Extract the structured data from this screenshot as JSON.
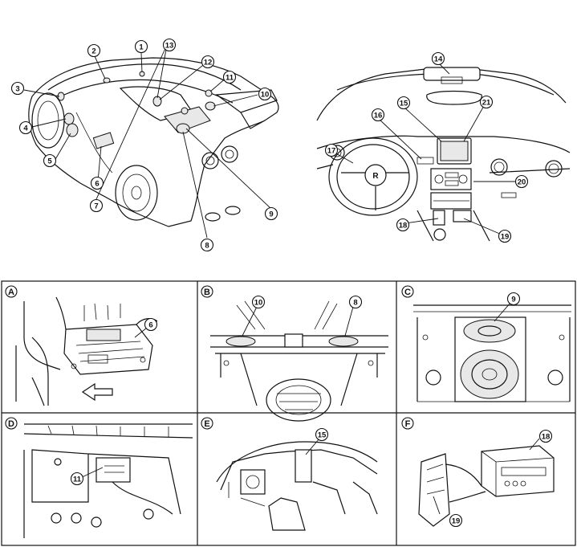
{
  "callouts": {
    "c1": "1",
    "c2": "2",
    "c3": "3",
    "c4": "4",
    "c5": "5",
    "c6": "6",
    "c7": "7",
    "c8": "8",
    "c9": "9",
    "c10": "10",
    "c11": "11",
    "c12": "12",
    "c13": "13",
    "c14": "14",
    "c15": "15",
    "c16": "16",
    "c17": "17",
    "c18": "18",
    "c19": "19",
    "c20": "20",
    "c21": "21"
  },
  "panels": {
    "A": {
      "label": "A",
      "callouts": [
        "6"
      ]
    },
    "B": {
      "label": "B",
      "callouts": [
        "10",
        "8"
      ]
    },
    "C": {
      "label": "C",
      "callouts": [
        "9"
      ]
    },
    "D": {
      "label": "D",
      "callouts": [
        "11"
      ]
    },
    "E": {
      "label": "E",
      "callouts": [
        "15"
      ]
    },
    "F": {
      "label": "F",
      "callouts": [
        "18",
        "19"
      ]
    }
  },
  "colors": {
    "ink": "#111111",
    "background": "#ffffff"
  }
}
